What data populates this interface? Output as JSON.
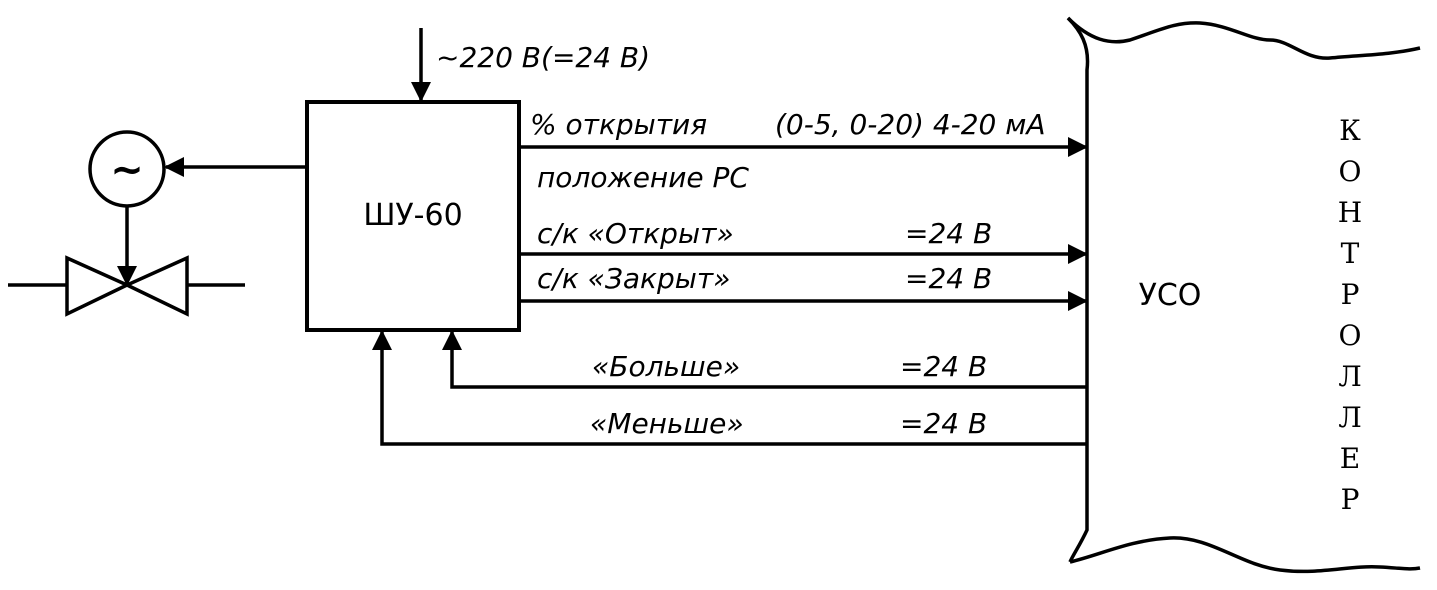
{
  "supply_label": "~220 В(=24 В)",
  "block_label": "ШУ-60",
  "uso_label": "УСО",
  "controller_label": "КОНТРОЛЛЕР",
  "motor_symbol": "~",
  "signals": {
    "opening_pct": "% открытия",
    "range": "(0-5, 0-20) 4-20 мА",
    "position": "положение РС",
    "sk_open": "с/к «Открыт»",
    "sk_open_v": "=24 В",
    "sk_closed": "с/к «Закрыт»",
    "sk_closed_v": "=24 В",
    "more": "«Больше»",
    "more_v": "=24 В",
    "less": "«Меньше»",
    "less_v": "=24 В"
  }
}
